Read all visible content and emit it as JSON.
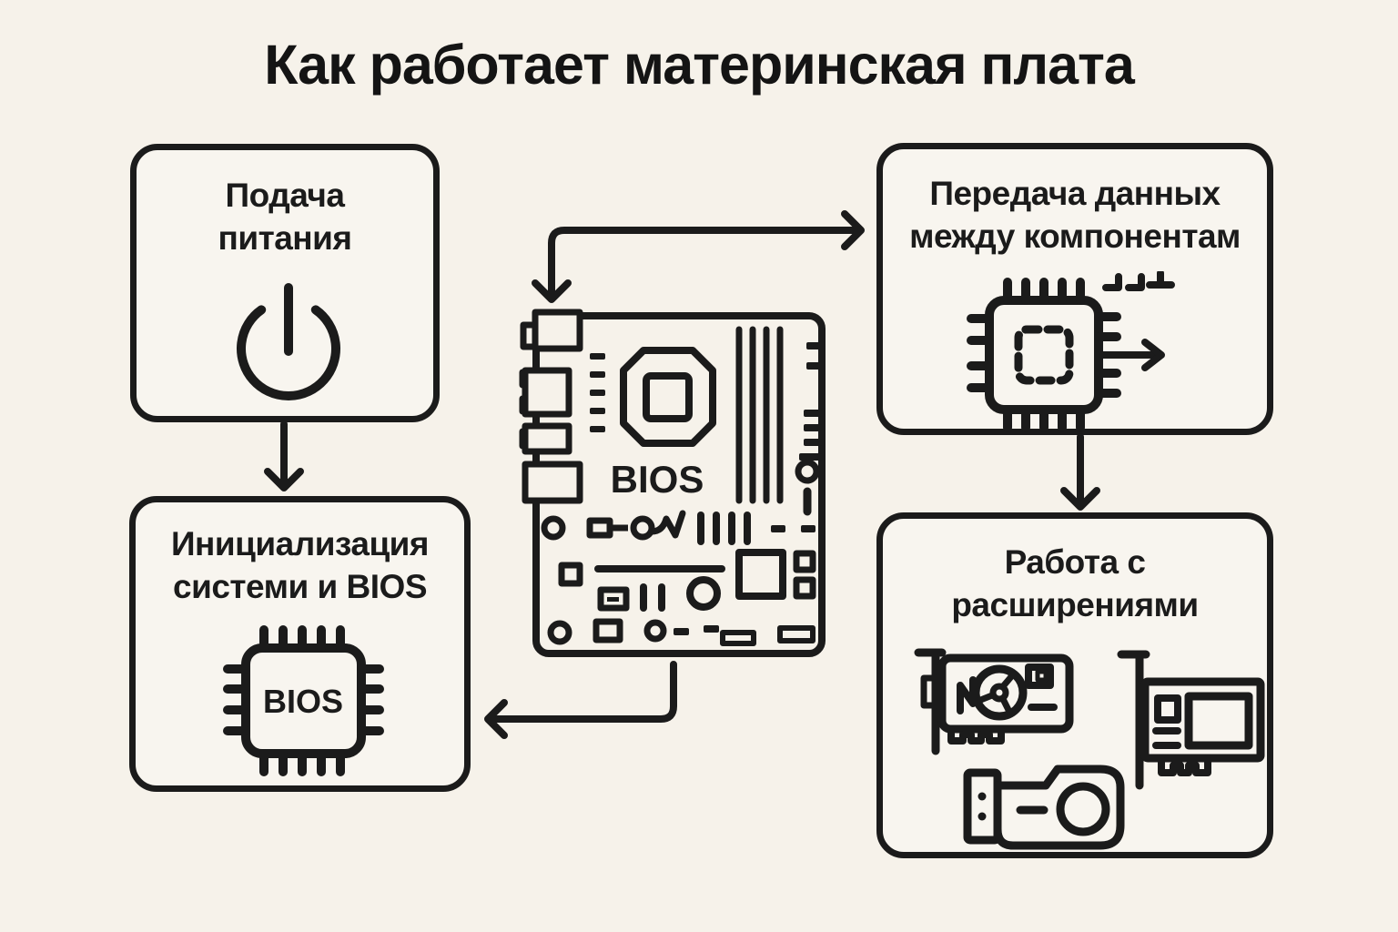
{
  "title": "Как работает материнская плата",
  "colors": {
    "background": "#f6f2ea",
    "panel_fill": "#f8f5ef",
    "ink": "#1b1b1b"
  },
  "boxes": {
    "power": {
      "title_line1": "Подача",
      "title_line2": "питания",
      "icon": "power-icon"
    },
    "init": {
      "title_line1": "Инициализация",
      "title_line2": "системи и BIOS",
      "chip_label": "BIOS",
      "icon": "bios-chip-icon"
    },
    "transfer": {
      "title_line1": "Передача данных",
      "title_line2": "между компонентам",
      "icon": "chip-data-transfer-icon"
    },
    "extensions": {
      "title_line1": "Работа с",
      "title_line2": "расширениями",
      "icons": [
        "gpu-card-icon",
        "expansion-card-icon",
        "usb-drive-icon"
      ]
    }
  },
  "motherboard": {
    "label": "BIOS",
    "icon": "motherboard-icon"
  },
  "arrows": [
    "arrow-motherboard-transfer-link",
    "arrow-power-to-init",
    "arrow-transfer-to-extensions",
    "arrow-motherboard-to-init"
  ]
}
